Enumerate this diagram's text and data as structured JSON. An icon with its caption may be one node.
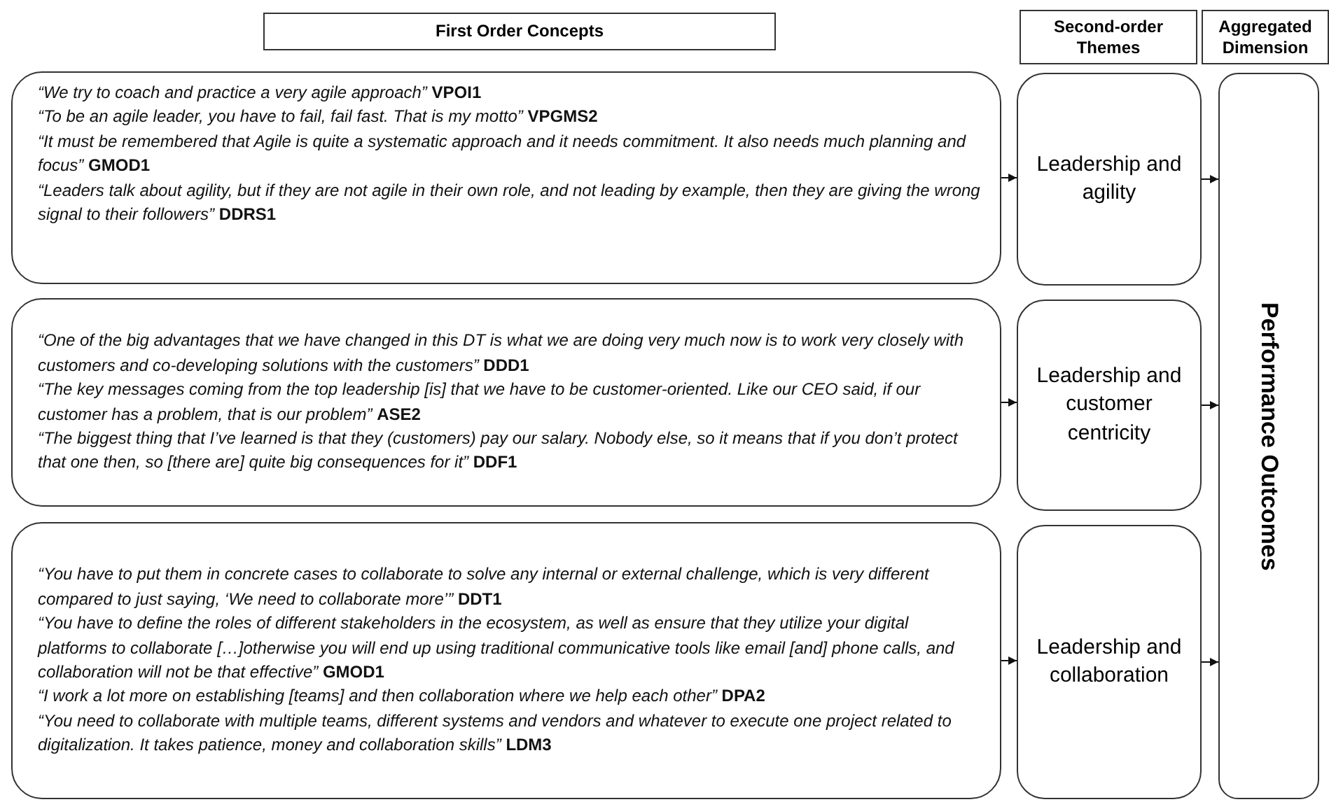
{
  "diagram": {
    "nodes": [
      {
        "text": [
          "First Order Concepts"
        ]
      },
      {
        "text": [
          "Second-order Themes"
        ]
      },
      {
        "text": [
          "Aggregated Dimension"
        ]
      },
      {
        "text": [
          "*“We try to coach and practice a very agile approach”* **VPOI1**",
          "*“To be an agile leader, you have to fail, fail fast. That is my motto”* **VPGMS2**",
          "*“It must be remembered that Agile is quite a systematic approach and it needs commitment. It also needs much planning and focus”* **GMOD1**",
          "*“Leaders talk about agility, but if they are not agile in their own role, and not leading by example, then they are giving the wrong signal to their followers”* **DDRS1**"
        ]
      },
      {
        "text": [
          "*“One of the big advantages that we have changed in this DT is what we are doing very much now is to work very closely with customers and co-developing solutions with the customers”* **DDD1**",
          "*“The key messages coming from the top leadership [is] that we have to be customer-oriented. Like our CEO said, if our customer has a problem, that is our problem”* **ASE2**",
          "*“The biggest thing that I’ve learned is that they (customers) pay our salary. Nobody else, so it means that if you don’t protect that one then, so [there are] quite big consequences for it”* **DDF1**"
        ]
      },
      {
        "text": [
          "*“You have to put them in concrete cases to collaborate to solve any internal or external challenge, which is very different compared to just saying, ‘We need to collaborate more’”* **DDT1**",
          "*“You have to define the roles of different stakeholders in the ecosystem, as well as ensure that they utilize your digital platforms to collaborate […]otherwise you will end up using traditional communicative tools like email [and] phone calls, and collaboration will not be that effective”* **GMOD1**",
          "*“I work a lot more on establishing [teams] and then collaboration where we help each other”* **DPA2**",
          "*“You need to collaborate with multiple teams, different systems and vendors and whatever to execute one project related to digitalization. It takes patience, money and collaboration skills”* **LDM3**"
        ]
      },
      {
        "text": [
          "Leadership and agility"
        ]
      },
      {
        "text": [
          "Leadership and customer centricity"
        ]
      },
      {
        "text": [
          "Leadership and collaboration"
        ]
      },
      {
        "text": [
          "Performance Outcomes"
        ]
      }
    ],
    "edges": [
      {
        "from": 3,
        "to": 6,
        "arrow": "to"
      },
      {
        "from": 4,
        "to": 7,
        "arrow": "to"
      },
      {
        "from": 5,
        "to": 8,
        "arrow": "to"
      },
      {
        "from": 6,
        "to": 9,
        "arrow": "to"
      },
      {
        "from": 7,
        "to": 9,
        "arrow": "to"
      },
      {
        "from": 8,
        "to": 9,
        "arrow": "to"
      }
    ]
  }
}
